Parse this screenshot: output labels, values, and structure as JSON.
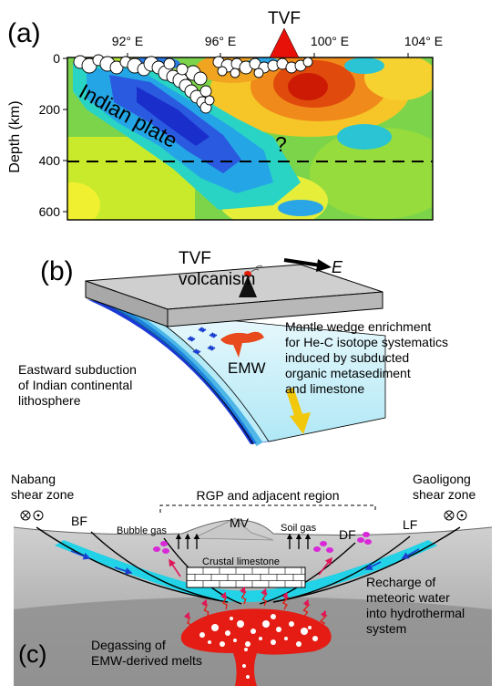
{
  "panel_a": {
    "label": "(a)",
    "volcano_label": "TVF",
    "x_ticks": [
      "92° E",
      "96° E",
      "100° E",
      "104° E"
    ],
    "y_axis_label": "Depth (km)",
    "y_ticks": [
      "0",
      "200",
      "400",
      "600"
    ],
    "slab_label": "Indian plate",
    "unknown_mark": "?",
    "colors": {
      "fast": "#1a3ad6",
      "slow": "#d81e05",
      "neutral": "#f0f030"
    }
  },
  "panel_b": {
    "label": "(b)",
    "volcano_label_1": "TVF",
    "volcano_label_2": "volcanism",
    "direction_label": "E",
    "melt_label": "EMW",
    "subduction_text": [
      "Eastward subduction",
      "of Indian continental",
      "lithosphere"
    ],
    "wedge_text": [
      "Mantle wedge enrichment",
      "for He-C isotope systematics",
      "induced by subducted",
      "organic metasediment",
      "and limestone"
    ]
  },
  "panel_c": {
    "label": "(c)",
    "left_zone": [
      "Nabang",
      "shear zone"
    ],
    "right_zone": [
      "Gaoligong",
      "shear zone"
    ],
    "region_label": "RGP and adjacent region",
    "faults": [
      "BF",
      "MV",
      "DF",
      "LF"
    ],
    "bubble_gas": "Bubble gas",
    "soil_gas": "Soil gas",
    "limestone": "Crustal limestone",
    "recharge_text": [
      "Recharge of",
      "meteoric water",
      "into hydrothermal",
      "system"
    ],
    "degassing_text": [
      "Degassing of",
      "EMW-derived melts"
    ]
  }
}
